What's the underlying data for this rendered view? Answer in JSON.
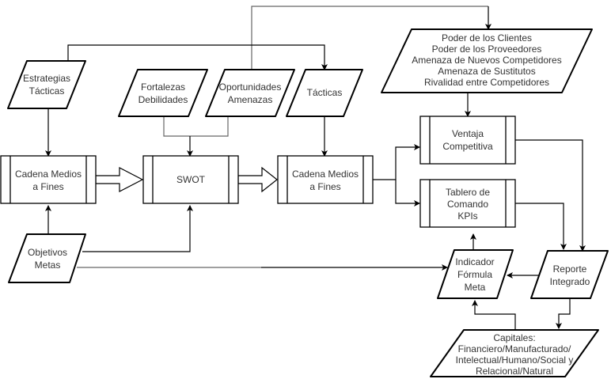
{
  "nodes": {
    "estrategias": {
      "lines": [
        "Estrategias",
        "Tácticas"
      ]
    },
    "fortalezas": {
      "lines": [
        "Fortalezas",
        "Debilidades"
      ]
    },
    "oportunidades": {
      "lines": [
        "Oportunidades",
        "Amenazas"
      ]
    },
    "tacticas": {
      "lines": [
        "Tácticas"
      ]
    },
    "porter": {
      "lines": [
        "Poder de los Clientes",
        "Poder de los Proveedores",
        "Amenaza de Nuevos Competidores",
        "Amenaza de Sustitutos",
        "Rivalidad entre Competidores"
      ]
    },
    "cadena1": {
      "lines": [
        "Cadena Medios",
        "a Fines"
      ]
    },
    "swot": {
      "lines": [
        "SWOT"
      ]
    },
    "cadena2": {
      "lines": [
        "Cadena Medios",
        "a Fines"
      ]
    },
    "ventaja": {
      "lines": [
        "Ventaja",
        "Competitiva"
      ]
    },
    "tablero": {
      "lines": [
        "Tablero de",
        "Comando",
        "KPIs"
      ]
    },
    "objetivos": {
      "lines": [
        "Objetivos",
        "Metas"
      ]
    },
    "indicador": {
      "lines": [
        "Indicador",
        "Fórmula",
        "Meta"
      ]
    },
    "reporte": {
      "lines": [
        "Reporte",
        "Integrado"
      ]
    },
    "capitales": {
      "lines": [
        "Capitales:",
        "Financiero/Manufacturado/",
        "Intelectual/Humano/Social y",
        "Relacional/Natural"
      ]
    }
  }
}
